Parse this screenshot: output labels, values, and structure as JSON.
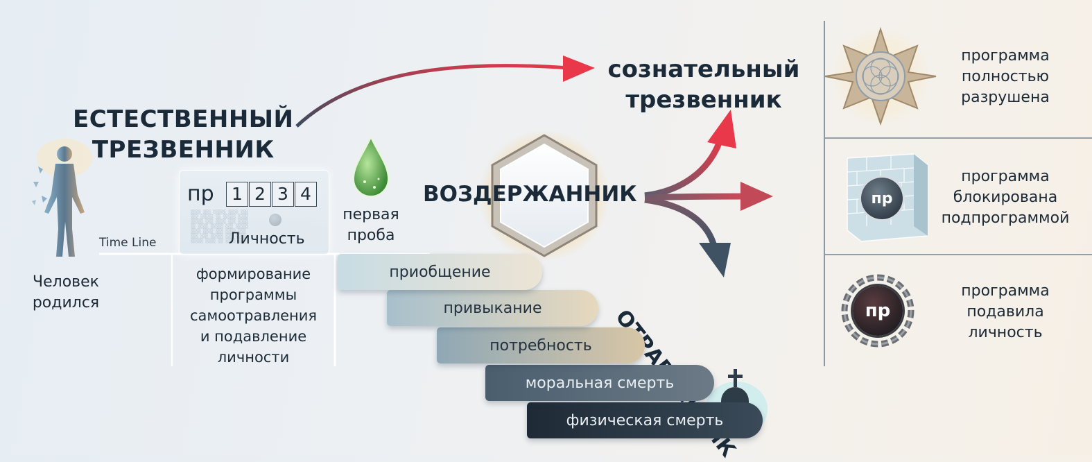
{
  "person": {
    "label_line1": "Человек",
    "label_line2": "родился"
  },
  "timeline": {
    "label": "Time Line"
  },
  "natural": {
    "line1": "ЕСТЕСТВЕННЫЙ",
    "line2": "ТРЕЗВЕННИК"
  },
  "personality_box": {
    "pr": "пр",
    "numbers": [
      "1",
      "2",
      "3",
      "4"
    ],
    "label": "Личность"
  },
  "formation": {
    "lines": [
      "формирование",
      "программы",
      "самоотравления",
      "и подавление",
      "личности"
    ]
  },
  "first_try": {
    "line1": "первая",
    "line2": "проба"
  },
  "abstainer": {
    "label": "ВОЗДЕРЖАННИК"
  },
  "conscious": {
    "line1": "сознательный",
    "line2": "трезвенник"
  },
  "poisoned": {
    "label": "ОТРАВЛЕННИК"
  },
  "stages": [
    "приобщение",
    "привыкание",
    "потребность",
    "моральная смерть",
    "физическая смерть"
  ],
  "outcomes": [
    {
      "lines": [
        "программа",
        "полностью",
        "разрушена"
      ],
      "icon": "star-mandala-icon"
    },
    {
      "lines": [
        "программа",
        "блокирована",
        "подпрограммой"
      ],
      "icon": "brick-wall-icon",
      "badge": "пр"
    },
    {
      "lines": [
        "программа",
        "подавила",
        "личность"
      ],
      "icon": "chained-orb-icon",
      "badge": "пр"
    }
  ],
  "colors": {
    "red_arrow": "#e03a4a",
    "dark_arrow": "#44586a",
    "text": "#1c2a36"
  }
}
